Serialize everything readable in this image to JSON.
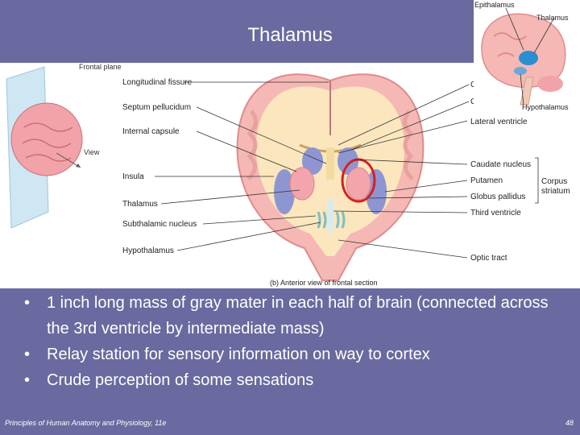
{
  "slide": {
    "title": "Thalamus",
    "bullets": [
      "1 inch long mass of gray mater in each half of brain (connected across the 3rd ventricle by intermediate mass)",
      "Relay station for sensory information on way to cortex",
      "Crude perception of some sensations"
    ],
    "footer_left": "Principles of Human Anatomy and Physiology, 11e",
    "page_number": "48"
  },
  "figure": {
    "orientation_labels": [
      "Frontal plane",
      "View"
    ],
    "left_labels": [
      "Longitudinal fissure",
      "Septum pellucidum",
      "Internal capsule",
      "Insula",
      "Thalamus",
      "Subthalamic nucleus",
      "Hypothalamus"
    ],
    "right_labels": [
      "C",
      "C",
      "Lateral ventricle",
      "Caudate nucleus",
      "Putamen",
      "Globus pallidus",
      "Third ventricle",
      "Optic tract"
    ],
    "bracket_label_line1": "Corpus",
    "bracket_label_line2": "striatum",
    "caption": "(b) Anterior view of frontal section"
  },
  "inset": {
    "labels": [
      "Epithalamus",
      "Thalamus",
      "Hypothalamus"
    ]
  },
  "colors": {
    "background": "#6a6aa0",
    "cortex": "#f5b8b4",
    "white_matter": "#fbe6bd",
    "nuclei_blue": "#8e96d2",
    "thalamus": "#f2a5ad",
    "highlight_circle": "#d61f1f"
  }
}
